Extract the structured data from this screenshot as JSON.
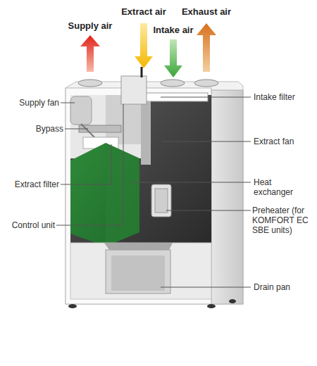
{
  "diagram": {
    "labels": [
      "Supply air",
      "Extract air",
      "Intake air",
      "Exhaust air",
      "Supply fan",
      "Bypass",
      "Extract filter",
      "Control unit",
      "Intake filter",
      "Extract fan",
      "Heat exchanger",
      "Preheater (for KOMFORT EC SBE units)",
      "Drain pan"
    ]
  }
}
